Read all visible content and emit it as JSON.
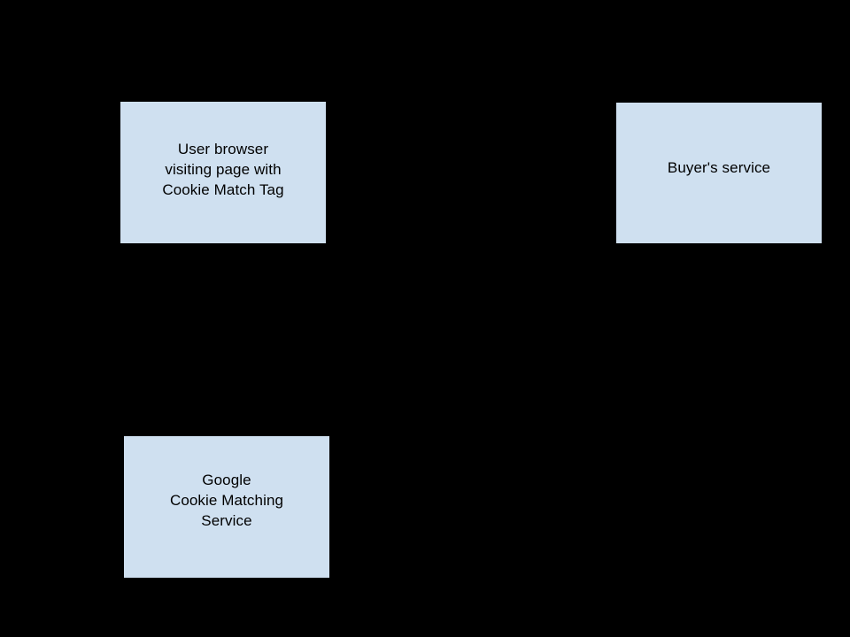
{
  "diagram": {
    "background_color": "#000000",
    "node_fill_color": "#cfe0f0",
    "node_text_color": "#000000",
    "nodes": [
      {
        "id": "user-browser",
        "label": "User browser\nvisiting page with\nCookie Match Tag"
      },
      {
        "id": "buyers-service",
        "label": "Buyer's service"
      },
      {
        "id": "google-cookie-matching-service",
        "label": "Google\nCookie Matching\nService"
      }
    ]
  }
}
